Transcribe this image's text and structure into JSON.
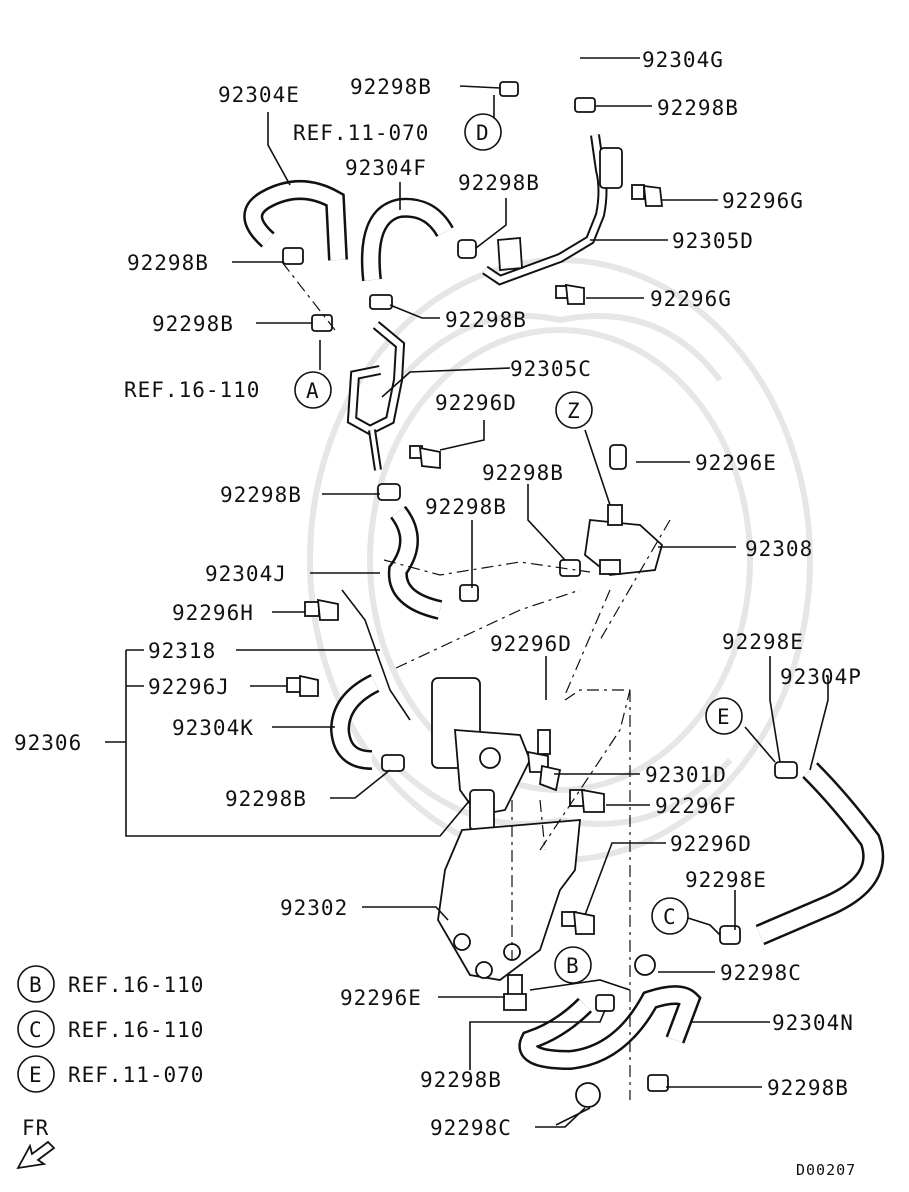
{
  "diagram_code": "D00207",
  "fr_label": "FR",
  "part_labels": {
    "p92304G": "92304G",
    "p92298B_1": "92298B",
    "p92298B_2": "92298B",
    "p92304E": "92304E",
    "ref_d": "REF.11-070",
    "p92304F": "92304F",
    "p92298B_3": "92298B",
    "p92296G_1": "92296G",
    "p92305D": "92305D",
    "p92298B_4": "92298B",
    "p92296G_2": "92296G",
    "p92298B_5": "92298B",
    "p92298B_6": "92298B",
    "p92305C": "92305C",
    "ref_a": "REF.16-110",
    "p92296D_1": "92296D",
    "p92296E_1": "92296E",
    "p92298B_7": "92298B",
    "p92298B_8": "92298B",
    "p92298B_9": "92298B",
    "p92308": "92308",
    "p92304J": "92304J",
    "p92296H": "92296H",
    "p92318": "92318",
    "p92296D_2": "92296D",
    "p92298E_1": "92298E",
    "p92296J": "92296J",
    "p92304P": "92304P",
    "p92306": "92306",
    "p92304K": "92304K",
    "p92301D": "92301D",
    "p92298B_10": "92298B",
    "p92296F": "92296F",
    "p92296D_3": "92296D",
    "p92298E_2": "92298E",
    "p92302": "92302",
    "p92298C_1": "92298C",
    "p92296E_2": "92296E",
    "p92304N": "92304N",
    "p92298B_11": "92298B",
    "p92298B_12": "92298B",
    "p92298C_2": "92298C"
  },
  "callouts": {
    "A": "A",
    "B": "B",
    "C": "C",
    "D": "D",
    "E": "E",
    "Z": "Z"
  },
  "legend": [
    {
      "letter": "B",
      "ref": "REF.16-110"
    },
    {
      "letter": "C",
      "ref": "REF.16-110"
    },
    {
      "letter": "E",
      "ref": "REF.11-070"
    }
  ]
}
